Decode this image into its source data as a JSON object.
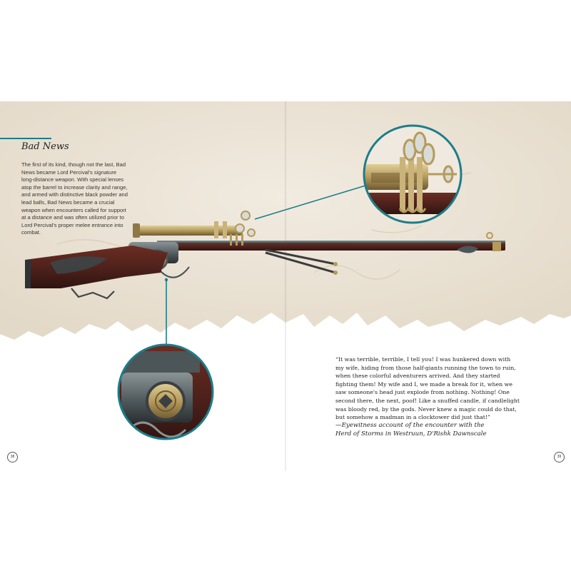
{
  "left_page": {
    "title": "Bad News",
    "body": "The first of its kind, though not the last, Bad News became Lord Percival's signature long-distance weapon. With special lenses atop the barrel to increase clarity and range, and armed with distinctive black powder and lead balls, Bad News became a crucial weapon when encounters called for support at a distance and was often utilized prior to Lord Percival's proper melee entrance into combat.",
    "page_number": "38"
  },
  "right_page": {
    "quote": "“It was terrible, terrible, I tell you! I was hunkered down with my wife, hiding from those half-giants running the town to ruin, when these colorful adventurers arrived. And they started fighting them! My wife and I, we made a break for it, when we saw someone's head just explode from nothing. Nothing! One second there, the next, poof! Like a snuffed candle, if candlelight was bloody red, by the gods. Never knew a magic could do that, but somehow a madman in a clocktower did just that!”",
    "attribution": "—Eyewitness account of the encounter with the Herd of Storms in Westruun, D'Rishk Dawnscale",
    "page_number": "39"
  },
  "colors": {
    "accent_teal": "#1d7d89",
    "parchment": "#ece4d6",
    "gun_wood": "#4a1f1a",
    "gun_brass": "#b59a5c",
    "gun_steel": "#4c5558"
  }
}
